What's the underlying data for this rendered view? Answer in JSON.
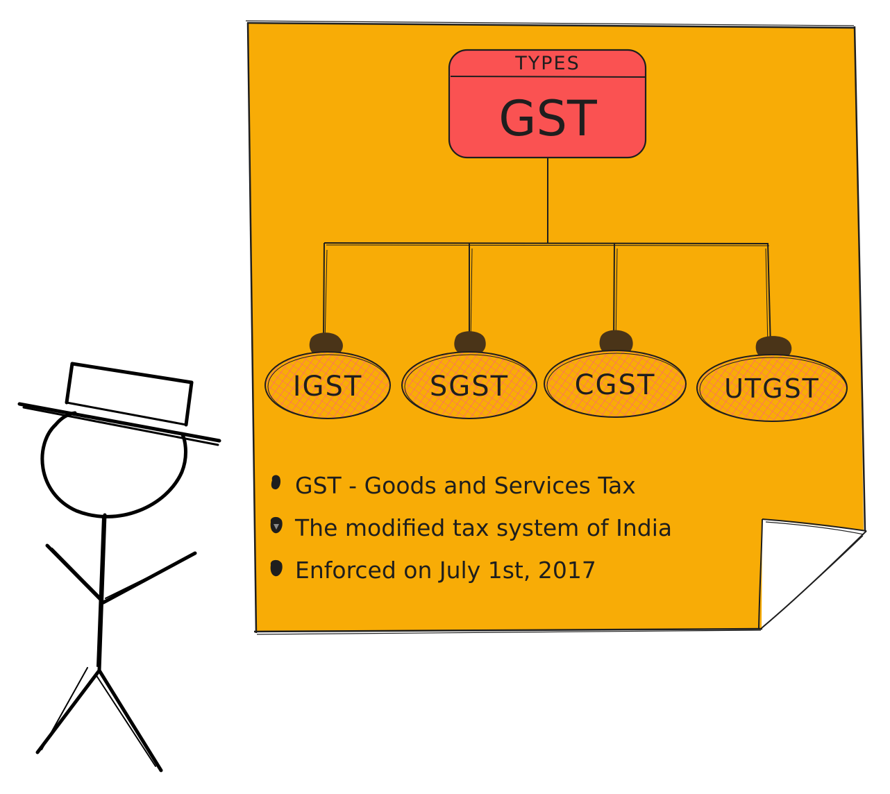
{
  "header": {
    "small_label": "TYPES",
    "title": "GST"
  },
  "types": [
    {
      "label": "IGST"
    },
    {
      "label": "SGST"
    },
    {
      "label": "CGST"
    },
    {
      "label": "UTGST"
    }
  ],
  "bullets": [
    "GST - Goods and Services Tax",
    "The modified tax system of India",
    "Enforced on July 1st, 2017"
  ],
  "colors": {
    "note": "#f8ac06",
    "header_box": "#fa5252",
    "header_text": "#5c1a1a",
    "ellipse_hatch": "#ff6b6b",
    "ink": "#1e1e1e",
    "knot": "#4a3418"
  }
}
